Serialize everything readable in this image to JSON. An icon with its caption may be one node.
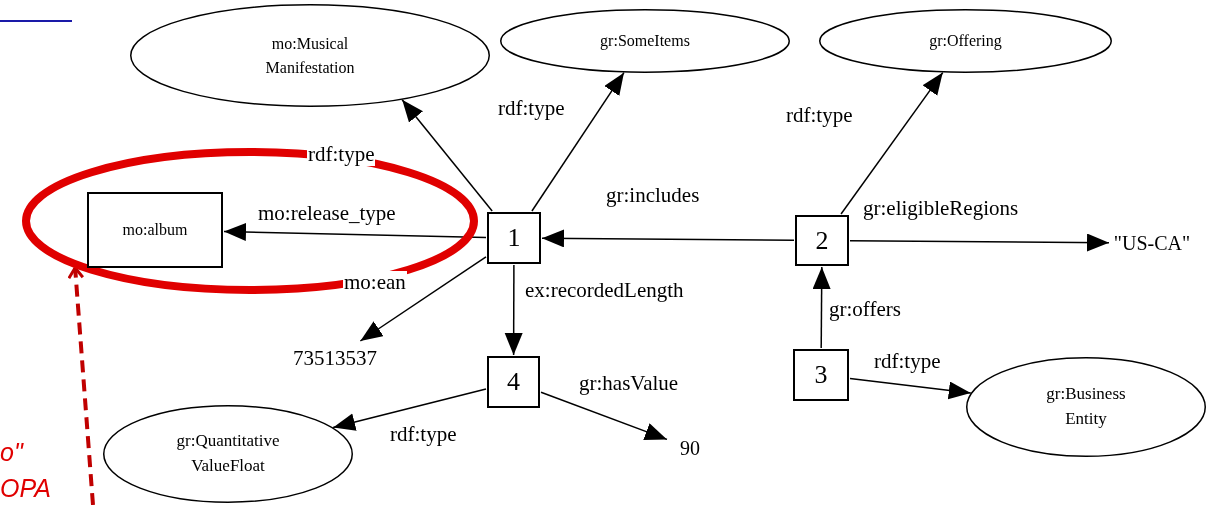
{
  "diagram": {
    "nodes": [
      {
        "text": [
          "mo:Musical Manifestation"
        ]
      },
      {
        "text": [
          "gr:SomeItems"
        ]
      },
      {
        "text": [
          "gr:Offering"
        ]
      },
      {
        "text": [],
        "shape": "ellipse"
      },
      {
        "text": [
          "mo:album"
        ],
        "in": 3
      },
      {
        "text": [
          "1"
        ]
      },
      {
        "text": [
          "2"
        ]
      },
      {
        "text": [
          "\"US-CA\""
        ]
      },
      {
        "text": [
          "73513537"
        ]
      },
      {
        "text": [
          "4"
        ]
      },
      {
        "text": [
          "3"
        ]
      },
      {
        "text": [
          "gr:Quantitative ValueFloat"
        ]
      },
      {
        "text": [
          "90"
        ]
      },
      {
        "text": [
          "gr:Business Entity"
        ]
      }
    ],
    "edges": [
      {
        "from": 5,
        "to": 0,
        "arrow": "to",
        "label": "rdf:type"
      },
      {
        "from": 5,
        "to": 1,
        "arrow": "to",
        "label": "rdf:type"
      },
      {
        "from": 5,
        "to": 4,
        "arrow": "to",
        "label": "mo:release_type"
      },
      {
        "from": 6,
        "to": 5,
        "arrow": "to",
        "label": "gr:includes"
      },
      {
        "from": 6,
        "to": 2,
        "arrow": "to",
        "label": "rdf:type"
      },
      {
        "from": 6,
        "to": 7,
        "arrow": "to",
        "label": "gr:eligibleRegions"
      },
      {
        "from": 5,
        "to": 8,
        "arrow": "to",
        "label": "mo:ean"
      },
      {
        "from": 5,
        "to": 9,
        "arrow": "to",
        "label": "ex:recordedLength"
      },
      {
        "from": 10,
        "to": 6,
        "arrow": "to",
        "label": "gr:offers"
      },
      {
        "from": 10,
        "to": 13,
        "arrow": "to",
        "label": "rdf:type"
      },
      {
        "from": 9,
        "to": 11,
        "arrow": "to",
        "label": "rdf:type"
      },
      {
        "from": 9,
        "to": 12,
        "arrow": "to",
        "label": "gr:hasValue"
      },
      {
        "from": null,
        "to": 3,
        "arrow": "to",
        "style": "dashed",
        "color": "#c00000"
      }
    ],
    "labels": [
      "o\"",
      "OPA"
    ]
  }
}
